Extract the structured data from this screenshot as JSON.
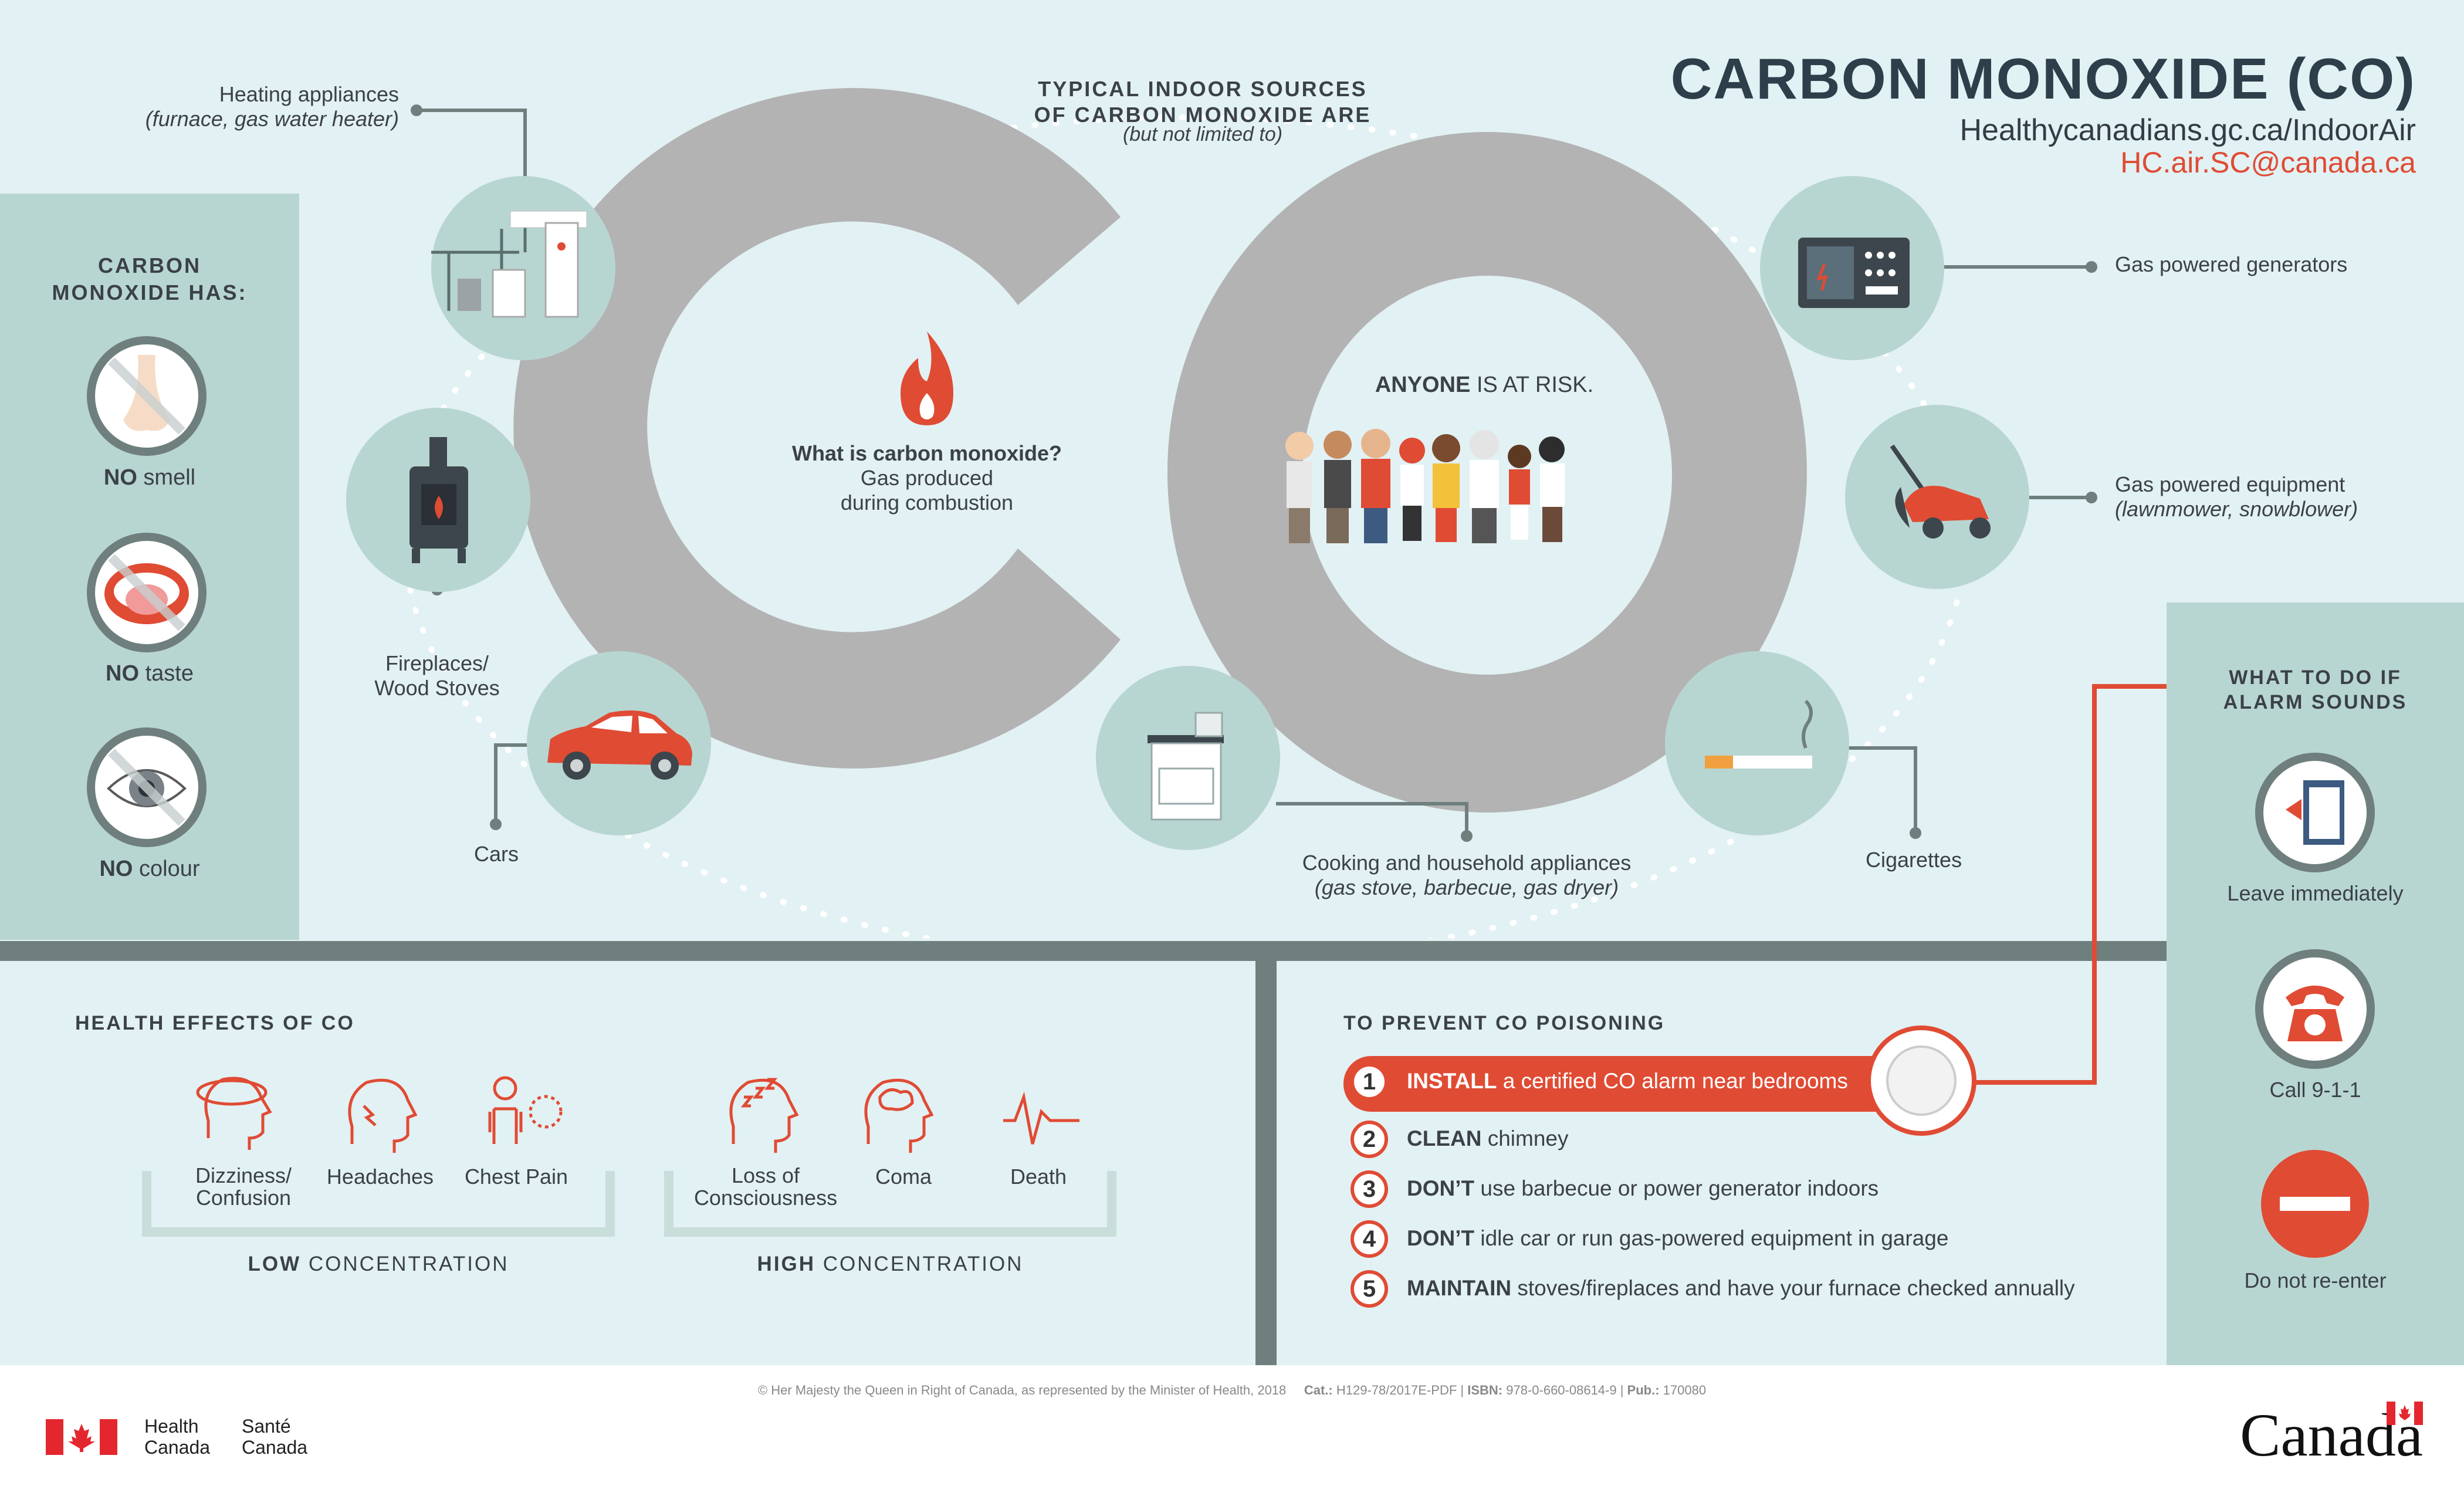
{
  "title": "CARBON MONOXIDE (CO)",
  "website": "Healthycanadians.gc.ca/IndoorAir",
  "email": "HC.air.SC@canada.ca",
  "colors": {
    "accent": "#e04b34",
    "teal": "#b8d6d1",
    "grey": "#b3b3b3",
    "dark": "#6e7f7e",
    "background": "#e2f1f3"
  },
  "left_panel": {
    "heading_line1": "CARBON",
    "heading_line2": "MONOXIDE HAS:",
    "items": [
      {
        "icon": "nose-icon",
        "strong": "NO",
        "text": " smell"
      },
      {
        "icon": "mouth-icon",
        "strong": "NO",
        "text": " taste"
      },
      {
        "icon": "eye-icon",
        "strong": "NO",
        "text": " colour"
      }
    ]
  },
  "sources": {
    "heading_line1": "TYPICAL INDOOR SOURCES",
    "heading_line2": "OF CARBON MONOXIDE ARE",
    "heading_note": "(but not limited to)",
    "heating": {
      "label": "Heating appliances",
      "note": "(furnace, gas water heater)"
    },
    "fireplace": {
      "line1": "Fireplaces/",
      "line2": "Wood Stoves"
    },
    "cars": "Cars",
    "cooking": {
      "label": "Cooking and household appliances",
      "note": "(gas stove, barbecue, gas dryer)"
    },
    "cigarettes": "Cigarettes",
    "generators": "Gas powered generators",
    "equipment": {
      "label": "Gas powered equipment",
      "note": "(lawnmower, snowblower)"
    }
  },
  "c_text": {
    "question": "What is carbon monoxide?",
    "answer_line1": "Gas produced",
    "answer_line2": "during combustion"
  },
  "o_text": {
    "strong": "ANYONE",
    "rest": " IS AT RISK."
  },
  "health": {
    "heading": "HEALTH EFFECTS OF CO",
    "low_items": [
      {
        "line1": "Dizziness/",
        "line2": "Confusion",
        "icon": "dizzy-head-icon"
      },
      {
        "line1": "Headaches",
        "line2": "",
        "icon": "headache-icon"
      },
      {
        "line1": "Chest Pain",
        "line2": "",
        "icon": "chest-pain-icon"
      }
    ],
    "high_items": [
      {
        "line1": "Loss of",
        "line2": "Consciousness",
        "icon": "sleep-head-icon"
      },
      {
        "line1": "Coma",
        "line2": "",
        "icon": "brain-head-icon"
      },
      {
        "line1": "Death",
        "line2": "",
        "icon": "heartbeat-icon"
      }
    ],
    "low_label_strong": "LOW",
    "low_label_rest": " CONCENTRATION",
    "high_label_strong": "HIGH",
    "high_label_rest": " CONCENTRATION"
  },
  "prevent": {
    "heading": "TO PREVENT CO POISONING",
    "steps": [
      {
        "num": "1",
        "strong": "INSTALL",
        "text": " a certified CO alarm near bedrooms"
      },
      {
        "num": "2",
        "strong": "CLEAN",
        "text": " chimney"
      },
      {
        "num": "3",
        "strong": "DON’T",
        "text": " use barbecue or power generator indoors"
      },
      {
        "num": "4",
        "strong": "DON’T",
        "text": " idle car or run gas-powered equipment in garage"
      },
      {
        "num": "5",
        "strong": "MAINTAIN",
        "text": " stoves/fireplaces and have your furnace checked annually"
      }
    ]
  },
  "alarm": {
    "heading_line1": "WHAT TO DO IF",
    "heading_line2": "ALARM SOUNDS",
    "actions": [
      {
        "label": "Leave immediately",
        "icon": "exit-door-icon"
      },
      {
        "label": "Call 9-1-1",
        "icon": "telephone-icon"
      },
      {
        "label": "Do not re-enter",
        "icon": "no-entry-icon"
      }
    ]
  },
  "footer": {
    "copyright": "© Her Majesty the Queen in Right of Canada, as represented by the Minister of Health, 2018",
    "cat_label": "Cat.:",
    "cat": " H129-78/2017E-PDF | ",
    "isbn_label": "ISBN:",
    "isbn": " 978-0-660-08614-9 | ",
    "pub_label": "Pub.:",
    "pub": " 170080",
    "hc_en_1": "Health",
    "hc_en_2": "Canada",
    "hc_fr_1": "Santé",
    "hc_fr_2": "Canada",
    "wordmark": "Canada"
  }
}
